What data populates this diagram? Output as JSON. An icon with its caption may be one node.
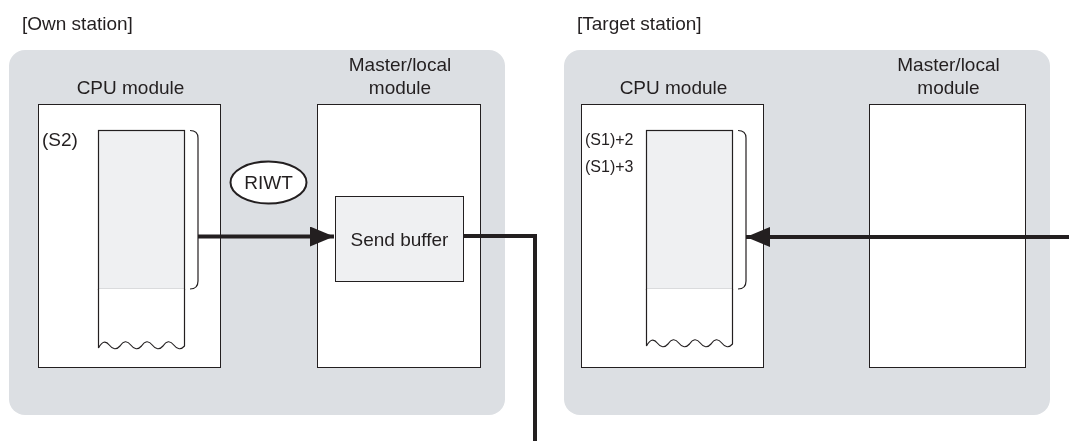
{
  "diagram": {
    "nodes": [
      {
        "text": [
          "[Own station]"
        ]
      },
      {
        "text": [
          "CPU module"
        ],
        "in": 0
      },
      {
        "text": [],
        "shape": "box",
        "in": 1,
        "beside": [
          "(S2)"
        ]
      },
      {
        "text": [
          "RIWT"
        ],
        "in": 0
      },
      {
        "text": [
          "Master/local module"
        ],
        "in": 0
      },
      {
        "text": [
          "Send buffer"
        ],
        "in": 4
      },
      {
        "text": [
          "[Target station]"
        ]
      },
      {
        "text": [
          "CPU module"
        ],
        "in": 6
      },
      {
        "text": [],
        "shape": "box",
        "in": 7,
        "beside": [
          "(S1)+2",
          "(S1)+3"
        ]
      },
      {
        "text": [
          "Master/local module"
        ],
        "in": 6
      }
    ],
    "edges": [
      {
        "from": 2,
        "to": 5,
        "arrow": "to"
      },
      {
        "from": 5,
        "to": null,
        "arrow": "none"
      },
      {
        "from": null,
        "to": 8,
        "arrow": "to"
      }
    ]
  }
}
